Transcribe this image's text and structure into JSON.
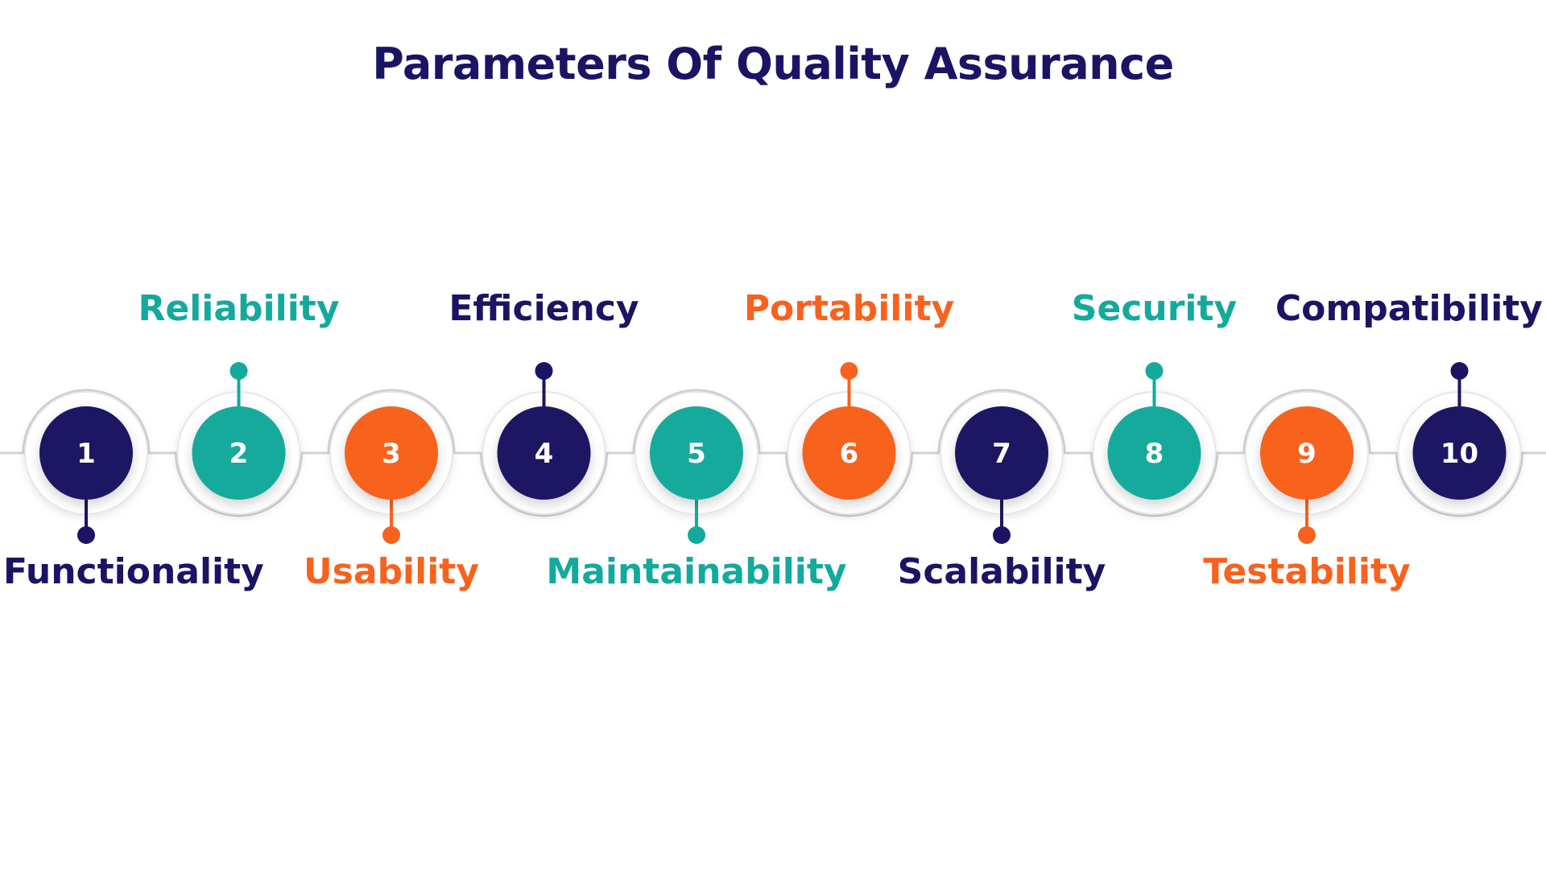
{
  "title": "Parameters Of Quality Assurance",
  "colors": {
    "navy": "#1b1464",
    "teal": "#13aa9d",
    "orange": "#f7621e",
    "ring": "#e7e7ea",
    "line": "#d2d2d6"
  },
  "steps": [
    {
      "number": "1",
      "label": "Functionality",
      "color": "navy",
      "position": "below"
    },
    {
      "number": "2",
      "label": "Reliability",
      "color": "teal",
      "position": "above"
    },
    {
      "number": "3",
      "label": "Usability",
      "color": "orange",
      "position": "below"
    },
    {
      "number": "4",
      "label": "Efficiency",
      "color": "navy",
      "position": "above"
    },
    {
      "number": "5",
      "label": "Maintainability",
      "color": "teal",
      "position": "below"
    },
    {
      "number": "6",
      "label": "Portability",
      "color": "orange",
      "position": "above"
    },
    {
      "number": "7",
      "label": "Scalability",
      "color": "navy",
      "position": "below"
    },
    {
      "number": "8",
      "label": "Security",
      "color": "teal",
      "position": "above"
    },
    {
      "number": "9",
      "label": "Testability",
      "color": "orange",
      "position": "below"
    },
    {
      "number": "10",
      "label": "Compatibility",
      "color": "navy",
      "position": "above"
    }
  ]
}
